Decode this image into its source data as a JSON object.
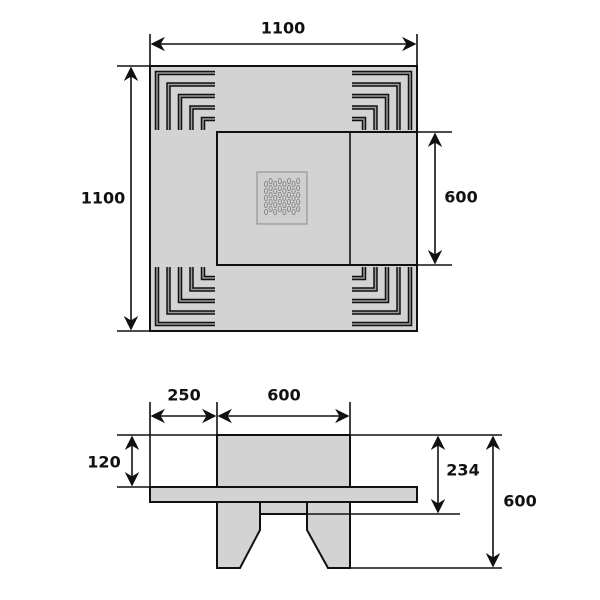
{
  "top_view": {
    "width_label": "1100",
    "height_label": "1100",
    "inner_label": "600"
  },
  "side_view": {
    "left_offset_label": "250",
    "inner_width_label": "600",
    "top_height_label": "120",
    "mid_height_label": "234",
    "total_height_label": "600"
  },
  "colors": {
    "fill": "#d3d3d3",
    "line": "#111111"
  }
}
